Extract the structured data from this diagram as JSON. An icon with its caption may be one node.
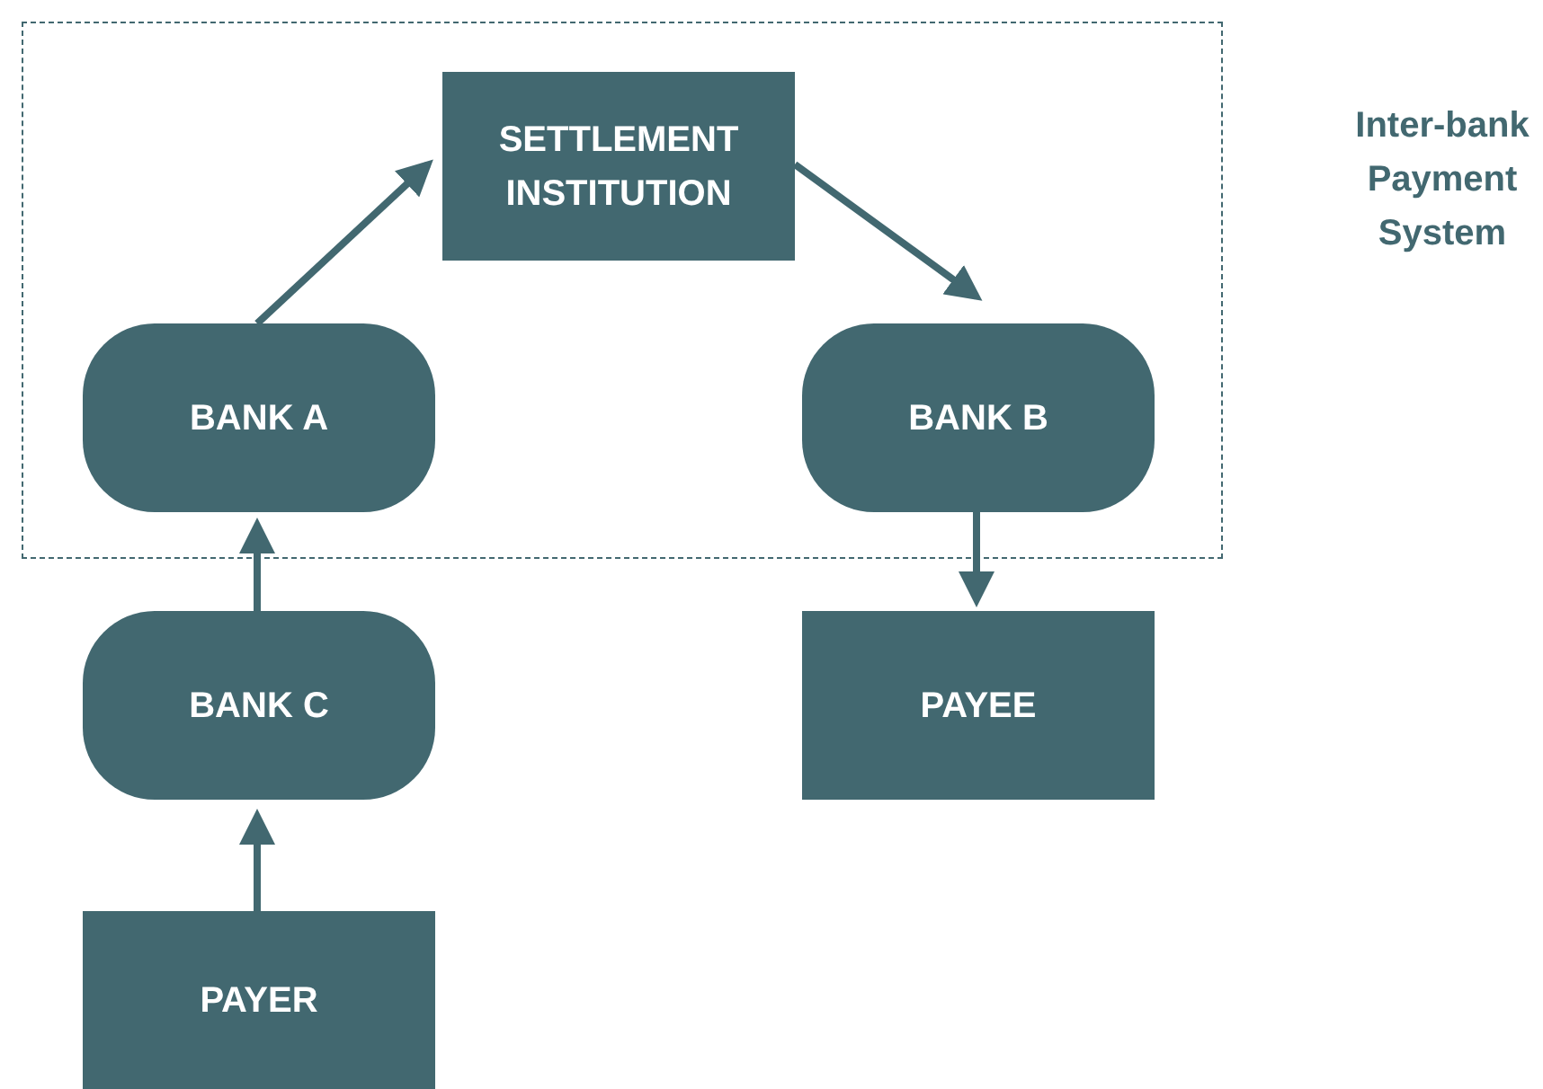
{
  "diagram": {
    "nodes": [
      {
        "text": [
          "Inter-bank Payment System"
        ]
      },
      {
        "text": [
          "SETTLEMENT INSTITUTION"
        ],
        "in": 0
      },
      {
        "text": [
          "BANK A"
        ],
        "in": 0
      },
      {
        "text": [
          "BANK B"
        ],
        "in": 0
      },
      {
        "text": [
          "BANK C"
        ]
      },
      {
        "text": [
          "PAYEE"
        ]
      },
      {
        "text": [
          "PAYER"
        ]
      }
    ],
    "edges": [
      {
        "from": 2,
        "to": 1,
        "arrow": "to"
      },
      {
        "from": 1,
        "to": 3,
        "arrow": "to"
      },
      {
        "from": 3,
        "to": 5,
        "arrow": "to"
      },
      {
        "from": 4,
        "to": 2,
        "arrow": "to"
      },
      {
        "from": 6,
        "to": 4,
        "arrow": "to"
      }
    ]
  }
}
